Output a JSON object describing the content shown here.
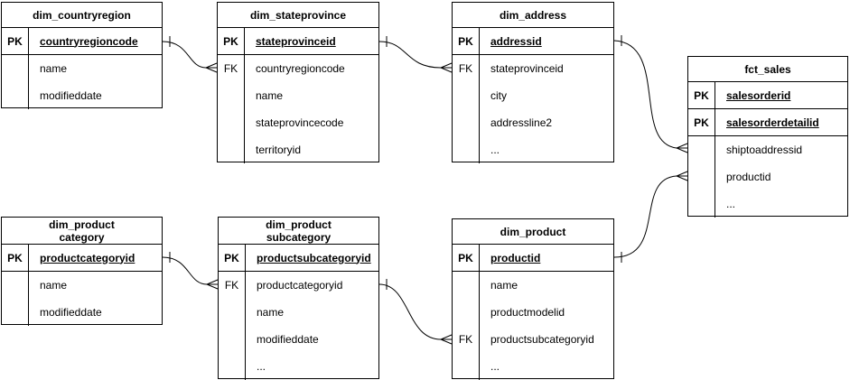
{
  "diagram": {
    "type": "entity-relationship",
    "background_color": "#ffffff",
    "stroke_color": "#000000",
    "text_color": "#000000"
  },
  "tables": [
    {
      "name": "dim_countryregion",
      "title_lines": [
        "dim_countryregion"
      ],
      "key_rows": [
        {
          "tag": "PK",
          "field": "countryregioncode"
        }
      ],
      "attr_rows": [
        {
          "tag": "",
          "field": "name"
        },
        {
          "tag": "",
          "field": "modifieddate"
        }
      ]
    },
    {
      "name": "dim_stateprovince",
      "title_lines": [
        "dim_stateprovince"
      ],
      "key_rows": [
        {
          "tag": "PK",
          "field": "stateprovinceid"
        }
      ],
      "attr_rows": [
        {
          "tag": "FK",
          "field": "countryregioncode"
        },
        {
          "tag": "",
          "field": "name"
        },
        {
          "tag": "",
          "field": "stateprovincecode"
        },
        {
          "tag": "",
          "field": "territoryid"
        }
      ]
    },
    {
      "name": "dim_address",
      "title_lines": [
        "dim_address"
      ],
      "key_rows": [
        {
          "tag": "PK",
          "field": "addressid"
        }
      ],
      "attr_rows": [
        {
          "tag": "FK",
          "field": "stateprovinceid"
        },
        {
          "tag": "",
          "field": "city"
        },
        {
          "tag": "",
          "field": "addressline2"
        },
        {
          "tag": "",
          "field": "..."
        }
      ]
    },
    {
      "name": "fct_sales",
      "title_lines": [
        "fct_sales"
      ],
      "key_rows": [
        {
          "tag": "PK",
          "field": "salesorderid"
        },
        {
          "tag": "PK",
          "field": "salesorderdetailid"
        }
      ],
      "attr_rows": [
        {
          "tag": "",
          "field": "shiptoaddressid"
        },
        {
          "tag": "",
          "field": "productid"
        },
        {
          "tag": "",
          "field": "..."
        }
      ]
    },
    {
      "name": "dim_productcategory",
      "title_lines": [
        "dim_product",
        "category"
      ],
      "key_rows": [
        {
          "tag": "PK",
          "field": "productcategoryid"
        }
      ],
      "attr_rows": [
        {
          "tag": "",
          "field": "name"
        },
        {
          "tag": "",
          "field": "modifieddate"
        }
      ]
    },
    {
      "name": "dim_productsubcategory",
      "title_lines": [
        "dim_product",
        "subcategory"
      ],
      "key_rows": [
        {
          "tag": "PK",
          "field": "productsubcategoryid"
        }
      ],
      "attr_rows": [
        {
          "tag": "FK",
          "field": "productcategoryid"
        },
        {
          "tag": "",
          "field": "name"
        },
        {
          "tag": "",
          "field": "modifieddate"
        },
        {
          "tag": "",
          "field": "..."
        }
      ]
    },
    {
      "name": "dim_product",
      "title_lines": [
        "dim_product"
      ],
      "key_rows": [
        {
          "tag": "PK",
          "field": "productid"
        }
      ],
      "attr_rows": [
        {
          "tag": "",
          "field": "name"
        },
        {
          "tag": "",
          "field": "productmodelid"
        },
        {
          "tag": "FK",
          "field": "productsubcategoryid"
        },
        {
          "tag": "",
          "field": "..."
        }
      ]
    }
  ],
  "relationships": [
    {
      "from": "dim_countryregion.countryregioncode",
      "to": "dim_stateprovince.countryregioncode",
      "source_marker": "one",
      "target_marker": "many"
    },
    {
      "from": "dim_stateprovince.stateprovinceid",
      "to": "dim_address.stateprovinceid",
      "source_marker": "one",
      "target_marker": "many"
    },
    {
      "from": "dim_address.addressid",
      "to": "fct_sales.shiptoaddressid",
      "source_marker": "one",
      "target_marker": "many"
    },
    {
      "from": "dim_productcategory.productcategoryid",
      "to": "dim_productsubcategory.productcategoryid",
      "source_marker": "one",
      "target_marker": "many"
    },
    {
      "from": "dim_productsubcategory.productsubcategoryid",
      "to": "dim_product.productsubcategoryid",
      "source_marker": "one",
      "target_marker": "many"
    },
    {
      "from": "dim_product.productid",
      "to": "fct_sales.productid",
      "source_marker": "one",
      "target_marker": "many"
    }
  ]
}
